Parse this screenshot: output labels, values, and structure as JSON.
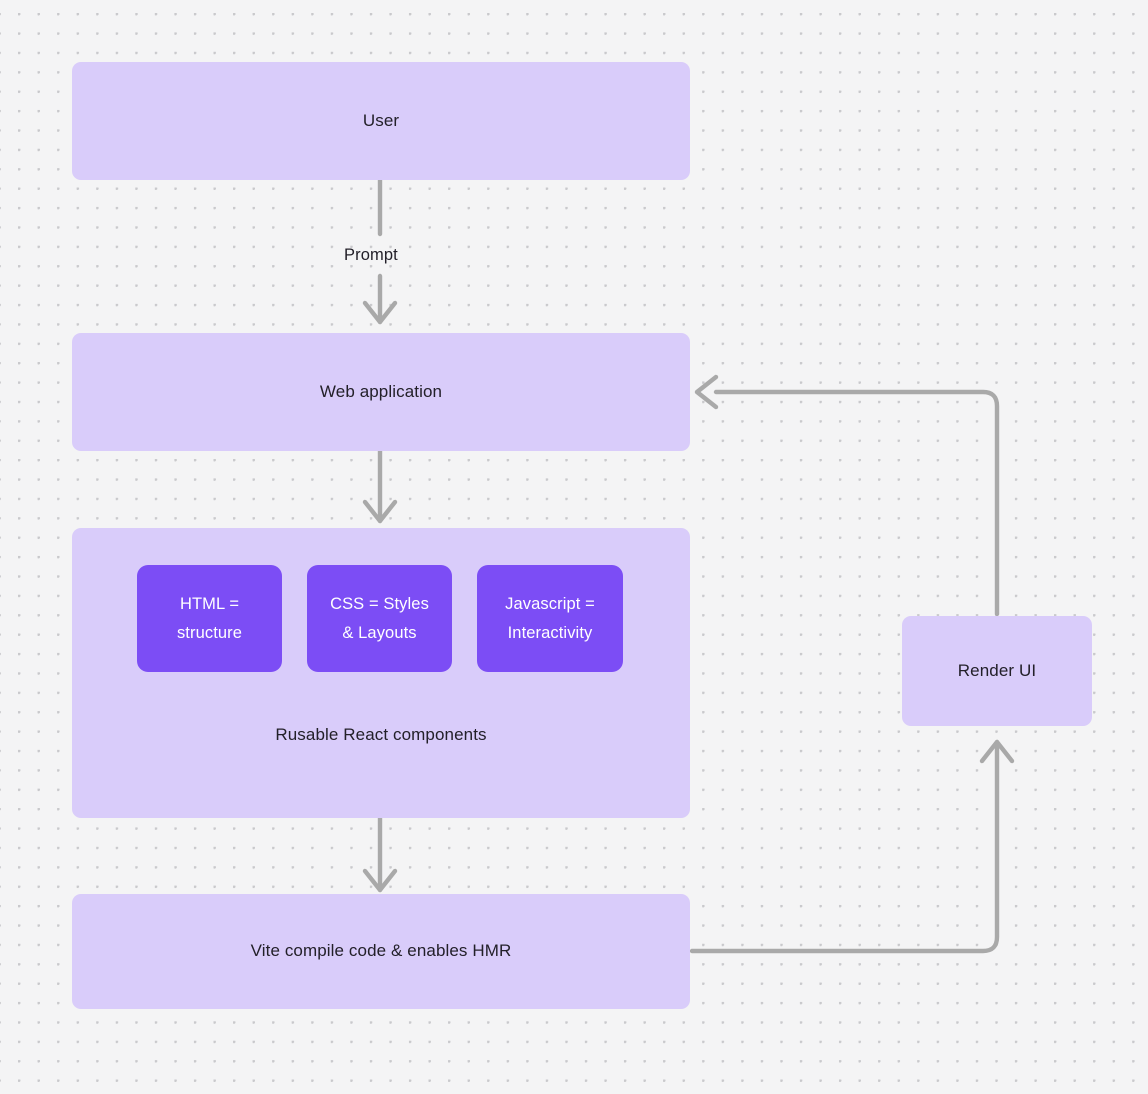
{
  "canvas": {
    "background_color": "#F4F4F5",
    "dot_color": "#C9C9CC",
    "node_fill": "#D9CCFA",
    "chip_fill": "#7C4DF5",
    "edge_color": "#A9A9A9",
    "text_color": "#232029",
    "chip_text_color": "#FFFFFF"
  },
  "nodes": {
    "user": {
      "label": "User"
    },
    "web_application": {
      "label": "Web application"
    },
    "components_group": {
      "title": "Rusable React components",
      "chips": [
        {
          "label": "HTML =\nstructure",
          "name": "html-chip"
        },
        {
          "label": "CSS = Styles\n& Layouts",
          "name": "css-chip"
        },
        {
          "label": "Javascript =\nInteractivity",
          "name": "javascript-chip"
        }
      ]
    },
    "vite": {
      "label": "Vite compile code & enables HMR"
    },
    "render_ui": {
      "label": "Render UI"
    }
  },
  "edges": [
    {
      "name": "user-to-web-application",
      "label": "Prompt",
      "from": "user",
      "to": "web_application"
    },
    {
      "name": "web-application-to-components",
      "label": "",
      "from": "web_application",
      "to": "components_group"
    },
    {
      "name": "components-to-vite",
      "label": "",
      "from": "components_group",
      "to": "vite"
    },
    {
      "name": "vite-to-render-ui",
      "label": "",
      "from": "vite",
      "to": "render_ui"
    },
    {
      "name": "render-ui-to-web-application",
      "label": "",
      "from": "render_ui",
      "to": "web_application"
    }
  ]
}
